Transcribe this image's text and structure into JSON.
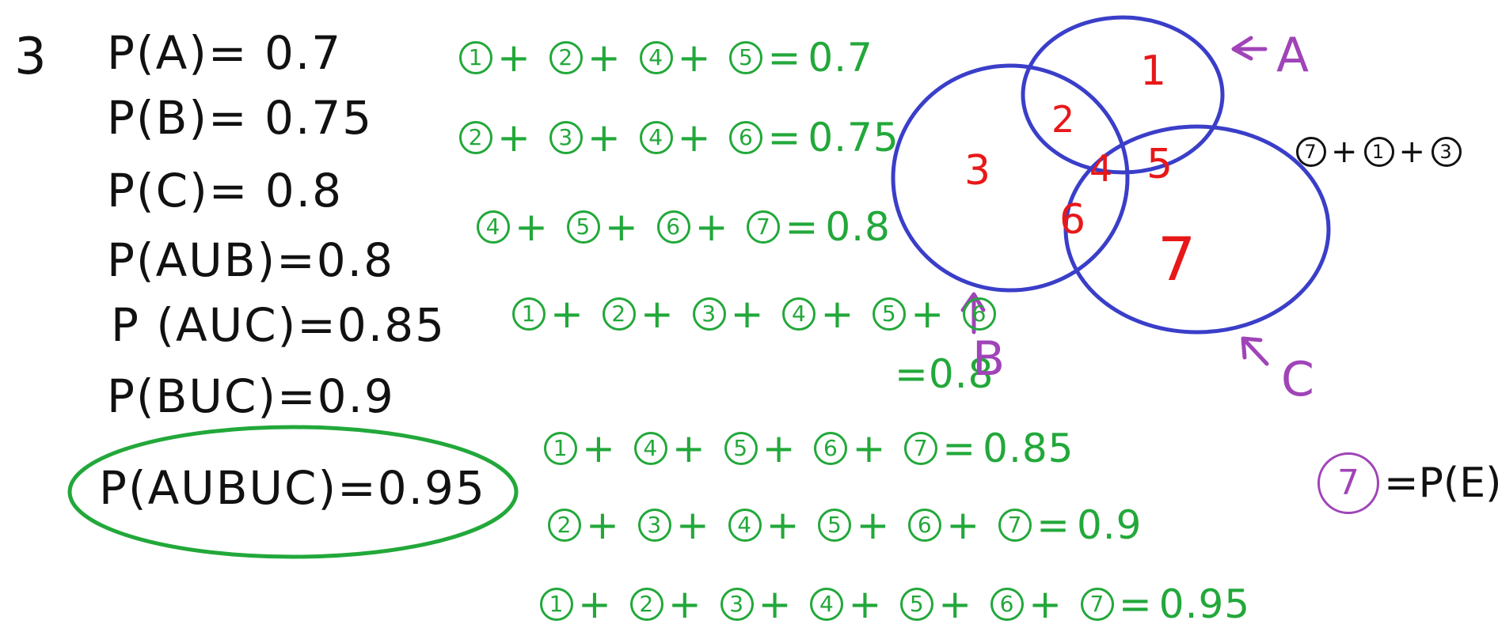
{
  "problem_number": "3",
  "given": [
    "P(A)= 0.7",
    "P(B)= 0.75",
    "P(C)= 0.8",
    "P(AUB)=0.8",
    "P (AUC)=0.85",
    "P(BUC)=0.9",
    "P(AUBUC)=0.95"
  ],
  "equations": [
    {
      "regions": [
        "1",
        "2",
        "4",
        "5"
      ],
      "result": "0.7"
    },
    {
      "regions": [
        "2",
        "3",
        "4",
        "6"
      ],
      "result": "0.75"
    },
    {
      "regions": [
        "4",
        "5",
        "6",
        "7"
      ],
      "result": "0.8"
    },
    {
      "regions": [
        "1",
        "2",
        "3",
        "4",
        "5",
        "6"
      ],
      "result": "0.8"
    },
    {
      "regions": [
        "1",
        "4",
        "5",
        "6",
        "7"
      ],
      "result": "0.85"
    },
    {
      "regions": [
        "2",
        "3",
        "4",
        "5",
        "6",
        "7"
      ],
      "result": "0.9"
    },
    {
      "regions": [
        "1",
        "2",
        "3",
        "4",
        "5",
        "6",
        "7"
      ],
      "result": "0.95"
    }
  ],
  "venn": {
    "regions": [
      "1",
      "2",
      "3",
      "4",
      "5",
      "6",
      "7"
    ],
    "set_labels": [
      "A",
      "B",
      "C"
    ]
  },
  "side_note": [
    "7",
    "1",
    "3"
  ],
  "event_note": {
    "region": "7",
    "label": "=P(E)"
  },
  "colors": {
    "black": "#111111",
    "green": "#22a83a",
    "blue": "#3a3ec8",
    "red": "#e81818",
    "purple": "#a044b8"
  }
}
